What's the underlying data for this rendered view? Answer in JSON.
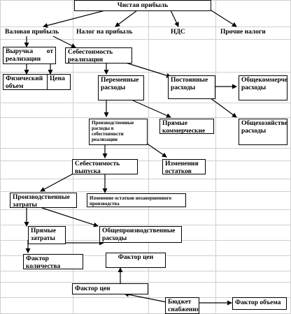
{
  "top": "Чистая прибыль",
  "headers": [
    "Валовая прибыль",
    "Налог на прибыль",
    "НДС",
    "Прочие налоги"
  ],
  "boxes": {
    "revenue_l1": "Выручка от",
    "revenue_l2": "реализации",
    "cost_sales": "Себестоимость реализации",
    "physical": "Физический объем",
    "price": "Цена",
    "variable": "Переменные расходы",
    "fixed": "Постоянные расходы",
    "general_commercial": "Общекоммерческие расходы",
    "prod_expenses": "Производственные расходы в себестоимости реализации",
    "direct_commercial": "Прямые коммерческие",
    "general_business": "Общехозяйственные расходы",
    "balance_changes": "Изменения остатков",
    "output_cost": "Себестоимость выпуска",
    "production_costs": "Производственные затраты",
    "wip_change": "Изменение остатков незавершенного производства",
    "direct_costs": "Прямые затраты",
    "overhead": "Общепроизводственные расходы",
    "factor_qty": "Фактор количества",
    "factor_price_1": "Фактор цен",
    "factor_price_2": "Фактор цен",
    "supply_budget": "Бюджет снабжения",
    "factor_volume": "Фактор объема"
  }
}
